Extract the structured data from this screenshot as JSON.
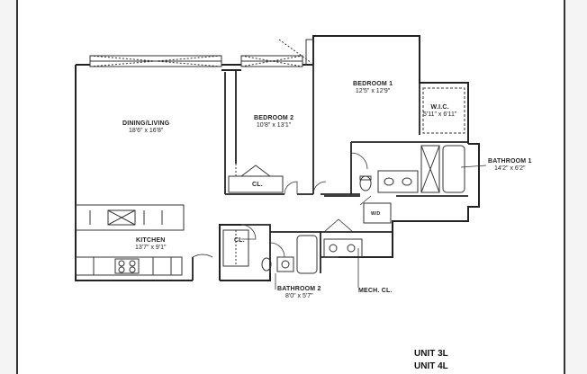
{
  "rooms": {
    "dining_living": {
      "name": "DINING/LIVING",
      "size": "18'6\" x 16'8\""
    },
    "bedroom2": {
      "name": "BEDROOM 2",
      "size": "10'8\" x 13'1\""
    },
    "bedroom1": {
      "name": "BEDROOM 1",
      "size": "12'5\" x 12'9\""
    },
    "wic": {
      "name": "W.I.C.",
      "size": "5'11\" x 6'11\""
    },
    "bathroom1": {
      "name": "BATHROOM 1",
      "size": "14'2\" x 6'2\""
    },
    "kitchen": {
      "name": "KITCHEN",
      "size": "13'7\" x 9'1\""
    },
    "bathroom2": {
      "name": "BATHROOM 2",
      "size": "8'0\" x 5'7\""
    },
    "mech_closet": {
      "name": "MECH. CL."
    },
    "closet_bedroom2": {
      "name": "CL."
    },
    "closet_entry": {
      "name": "CL."
    },
    "washer_dryer": {
      "name": "W/D"
    }
  },
  "units": [
    "UNIT 3L",
    "UNIT 4L"
  ]
}
